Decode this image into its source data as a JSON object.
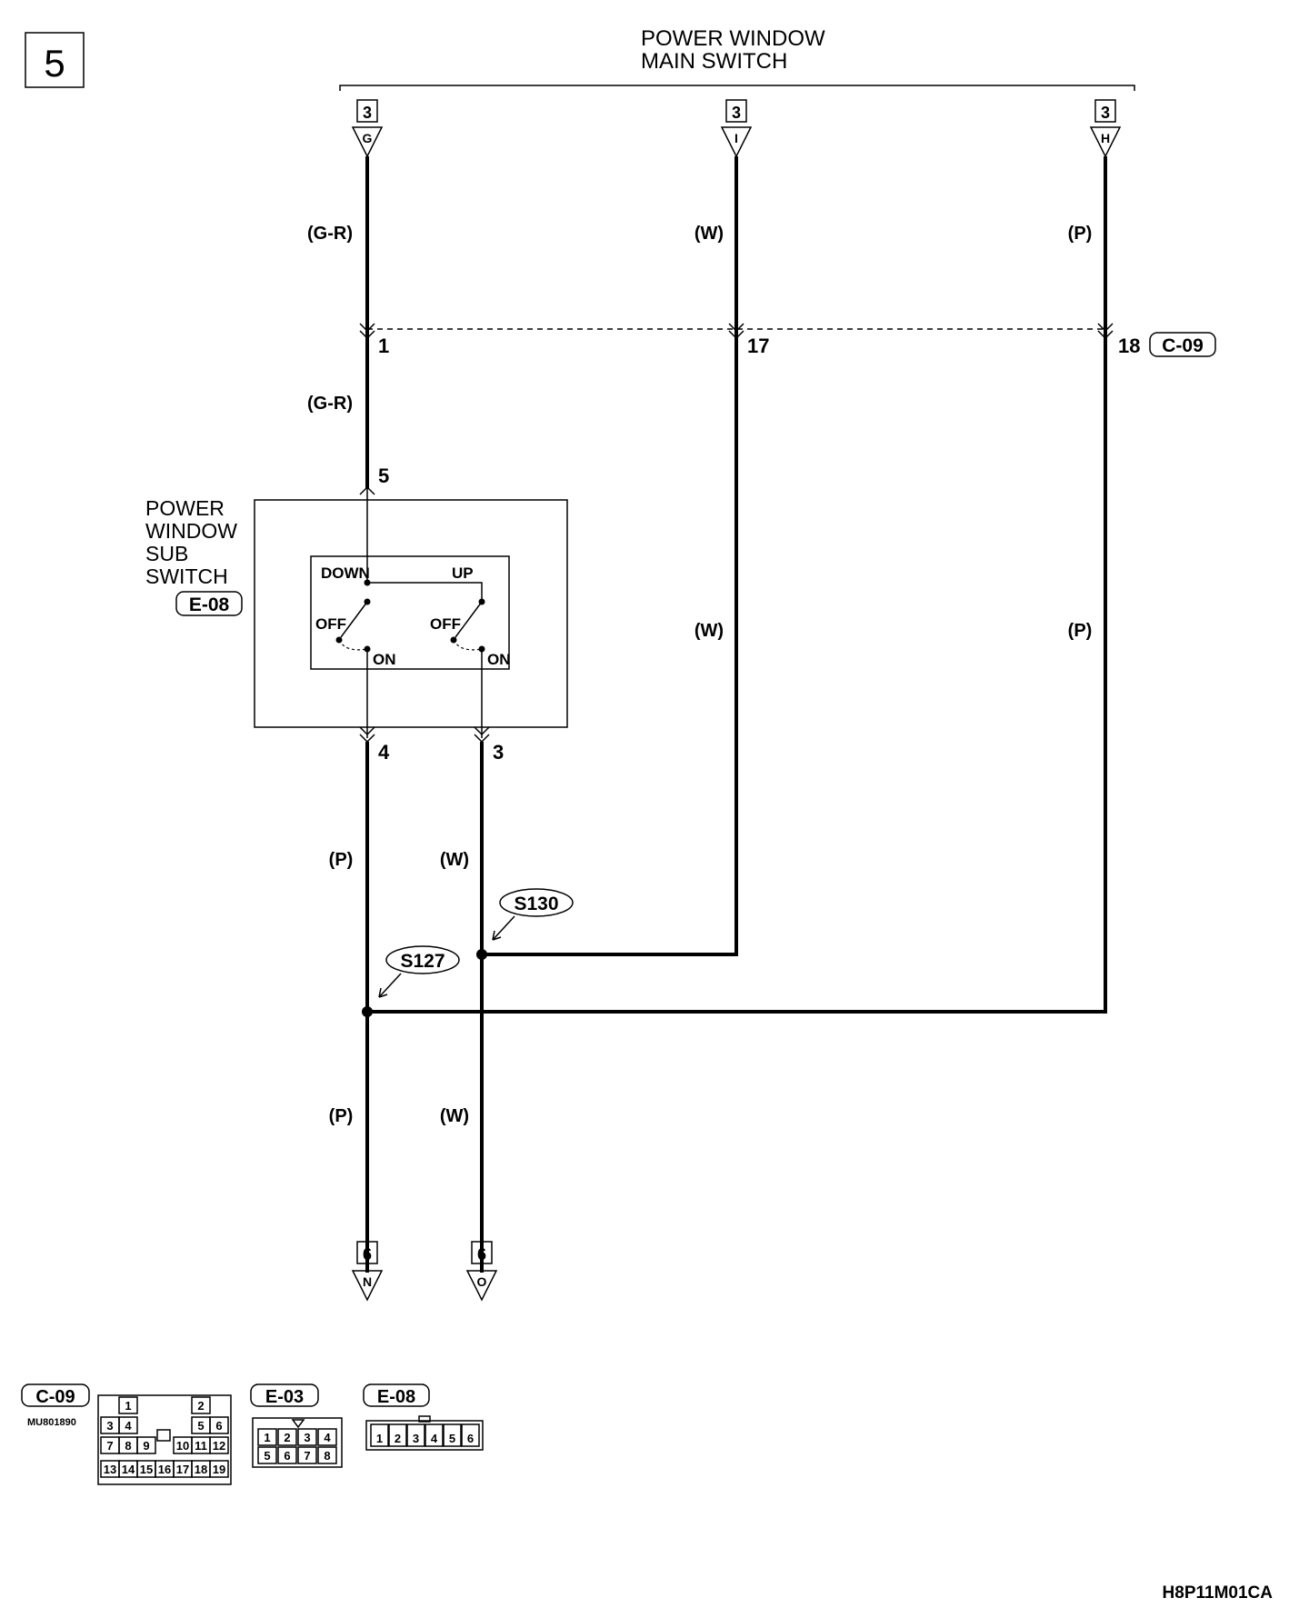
{
  "page_number": "5",
  "diagram_code": "H8P11M01CA",
  "main_switch": {
    "title_line1": "POWER WINDOW",
    "title_line2": "MAIN SWITCH"
  },
  "sub_switch": {
    "title_lines": [
      "POWER",
      "WINDOW",
      "SUB",
      "SWITCH"
    ],
    "connector": "E-08",
    "down_label": "DOWN",
    "up_label": "UP",
    "off_label": "OFF",
    "on_label": "ON"
  },
  "connectors_from": [
    {
      "page": "3",
      "letter": "G",
      "wire": "(G-R)",
      "pin": "1"
    },
    {
      "page": "3",
      "letter": "I",
      "wire": "(W)",
      "pin": "17"
    },
    {
      "page": "3",
      "letter": "H",
      "wire": "(P)",
      "pin": "18"
    }
  ],
  "intermediate_connector": "C-09",
  "wire_labels": {
    "gr_lower": "(G-R)",
    "w_right_mid": "(W)",
    "p_right_mid": "(P)",
    "p_left_mid": "(P)",
    "w_left_mid": "(W)",
    "p_left_low": "(P)",
    "w_left_low": "(W)"
  },
  "sub_pins": {
    "in": "5",
    "out_left": "4",
    "out_right": "3"
  },
  "splices": {
    "s130": "S130",
    "s127": "S127"
  },
  "connectors_to": [
    {
      "page": "6",
      "letter": "N"
    },
    {
      "page": "6",
      "letter": "O"
    }
  ],
  "legend": {
    "c09": {
      "name": "C-09",
      "part_no": "MU801890",
      "rows": [
        [
          "1",
          "2"
        ],
        [
          "3",
          "4",
          "5",
          "6"
        ],
        [
          "7",
          "8",
          "9",
          "10",
          "11",
          "12"
        ],
        [
          "13",
          "14",
          "15",
          "16",
          "17",
          "18",
          "19"
        ]
      ]
    },
    "e03": {
      "name": "E-03",
      "rows": [
        [
          "1",
          "2",
          "3",
          "4"
        ],
        [
          "5",
          "6",
          "7",
          "8"
        ]
      ]
    },
    "e08": {
      "name": "E-08",
      "pins": [
        "1",
        "2",
        "3",
        "4",
        "5",
        "6"
      ]
    }
  }
}
